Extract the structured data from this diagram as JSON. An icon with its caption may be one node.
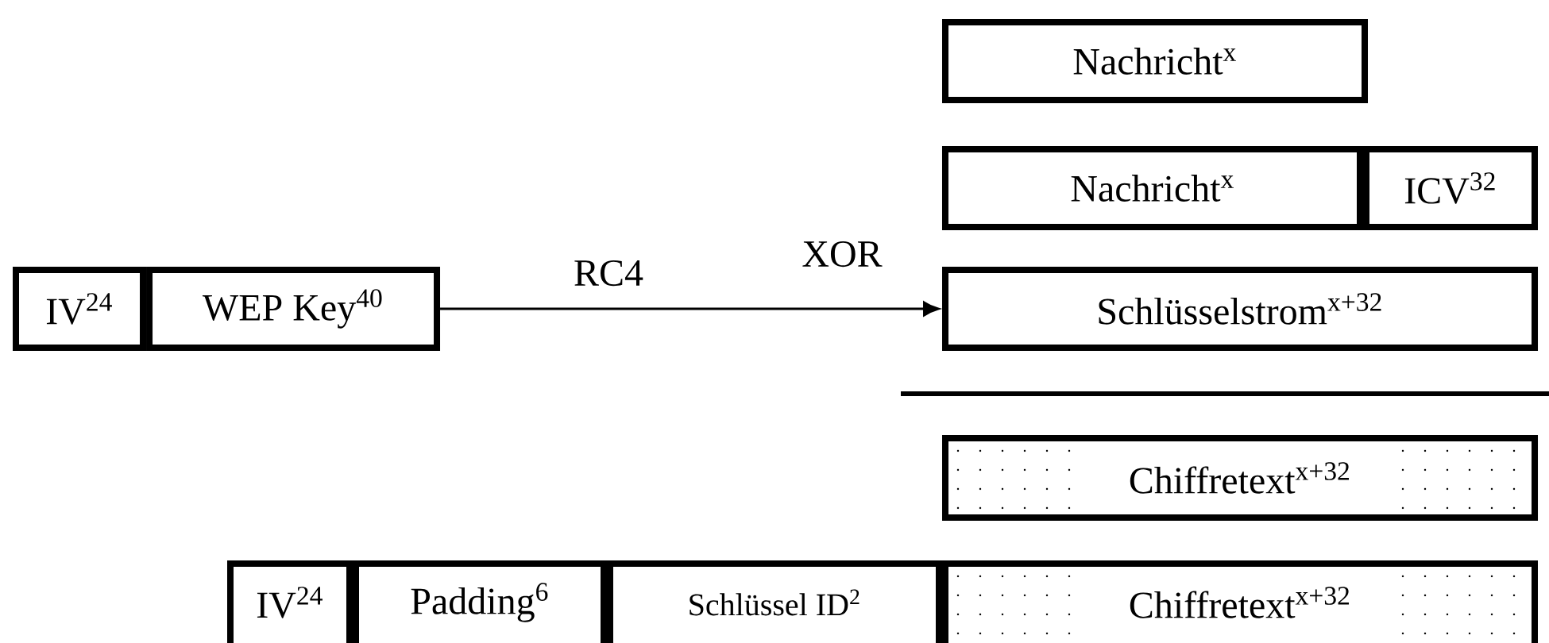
{
  "diagram": {
    "nodes": [
      {
        "text": [
          "Nachricht$^{x}$"
        ]
      },
      {
        "text": [
          "Nachricht$^{x}$"
        ]
      },
      {
        "text": [
          "ICV$^{32}$"
        ]
      },
      {
        "text": [
          "IV$^{24}$"
        ]
      },
      {
        "text": [
          "WEP Key$^{40}$"
        ]
      },
      {
        "text": [
          "Schlüsselstrom$^{x+32}$"
        ]
      },
      {
        "text": [
          "Chiffretext$^{x+32}$"
        ]
      },
      {
        "text": [
          "IV$^{24}$"
        ]
      },
      {
        "text": [
          "Padding$^{6}$"
        ]
      },
      {
        "text": [
          "Schlüssel ID$^{2}$"
        ]
      },
      {
        "text": [
          "Chiffretext$^{x+32}$"
        ]
      }
    ],
    "edges": [
      {
        "from": 4,
        "to": 5,
        "arrow": "to",
        "label": "RC4"
      }
    ],
    "labels": [
      "XOR"
    ]
  }
}
